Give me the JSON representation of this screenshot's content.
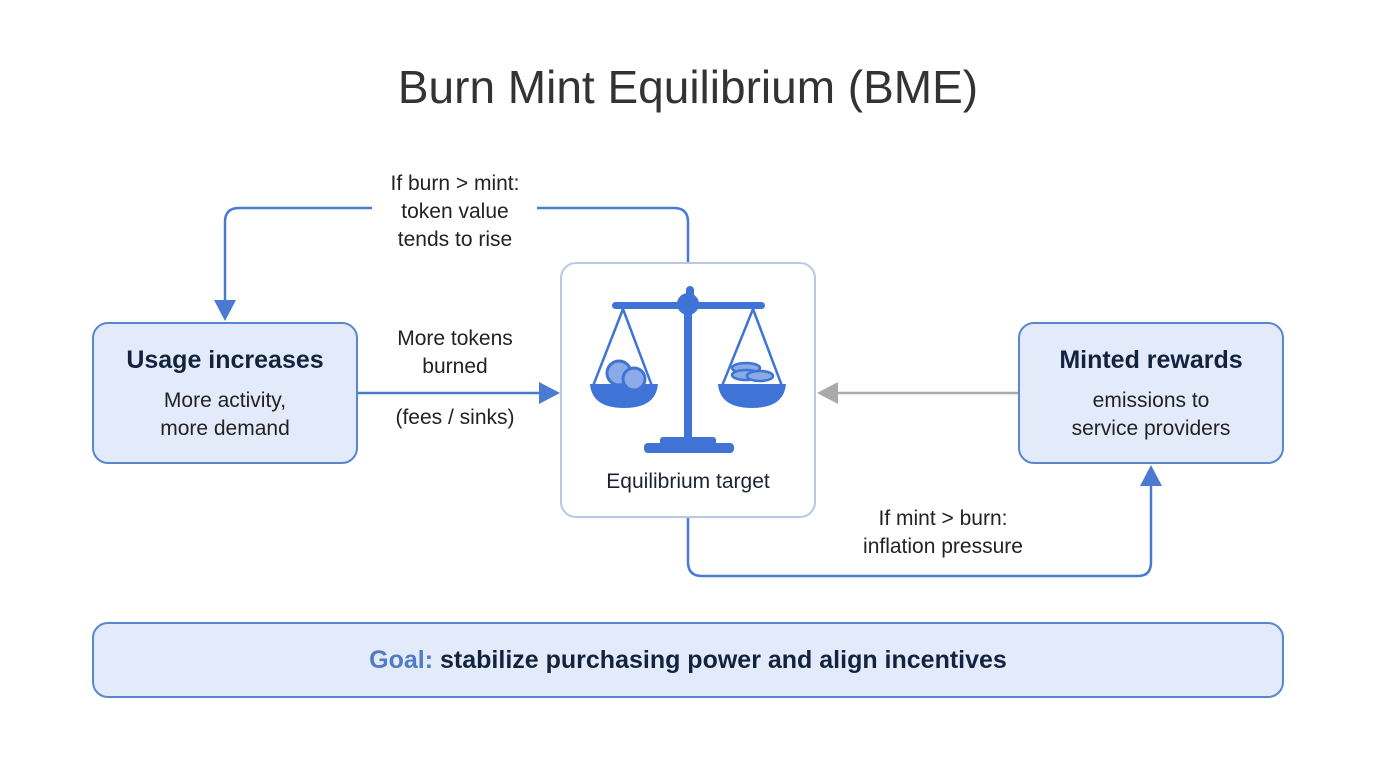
{
  "title": "Burn Mint Equilibrium (BME)",
  "usage_box": {
    "heading": "Usage increases",
    "line1": "More activity,",
    "line2": "more demand"
  },
  "minted_box": {
    "heading": "Minted rewards",
    "line1": "emissions to",
    "line2": "service providers"
  },
  "center_box": {
    "label": "Equilibrium target",
    "icon": "balance-scale-icon"
  },
  "top_loop_note": {
    "line1": "If burn > mint:",
    "line2": "token value",
    "line3": "tends to rise"
  },
  "burn_arrow_note": {
    "line1": "More tokens",
    "line2": "burned",
    "line3": "(fees / sinks)"
  },
  "bottom_loop_note": {
    "line1": "If mint > burn:",
    "line2": "inflation pressure"
  },
  "goal": {
    "prefix": "Goal:",
    "text": "stabilize purchasing power and align incentives"
  },
  "colors": {
    "accent": "#4a7bd0",
    "box_fill": "#e3ebfb",
    "gray_arrow": "#aaaaaa"
  }
}
